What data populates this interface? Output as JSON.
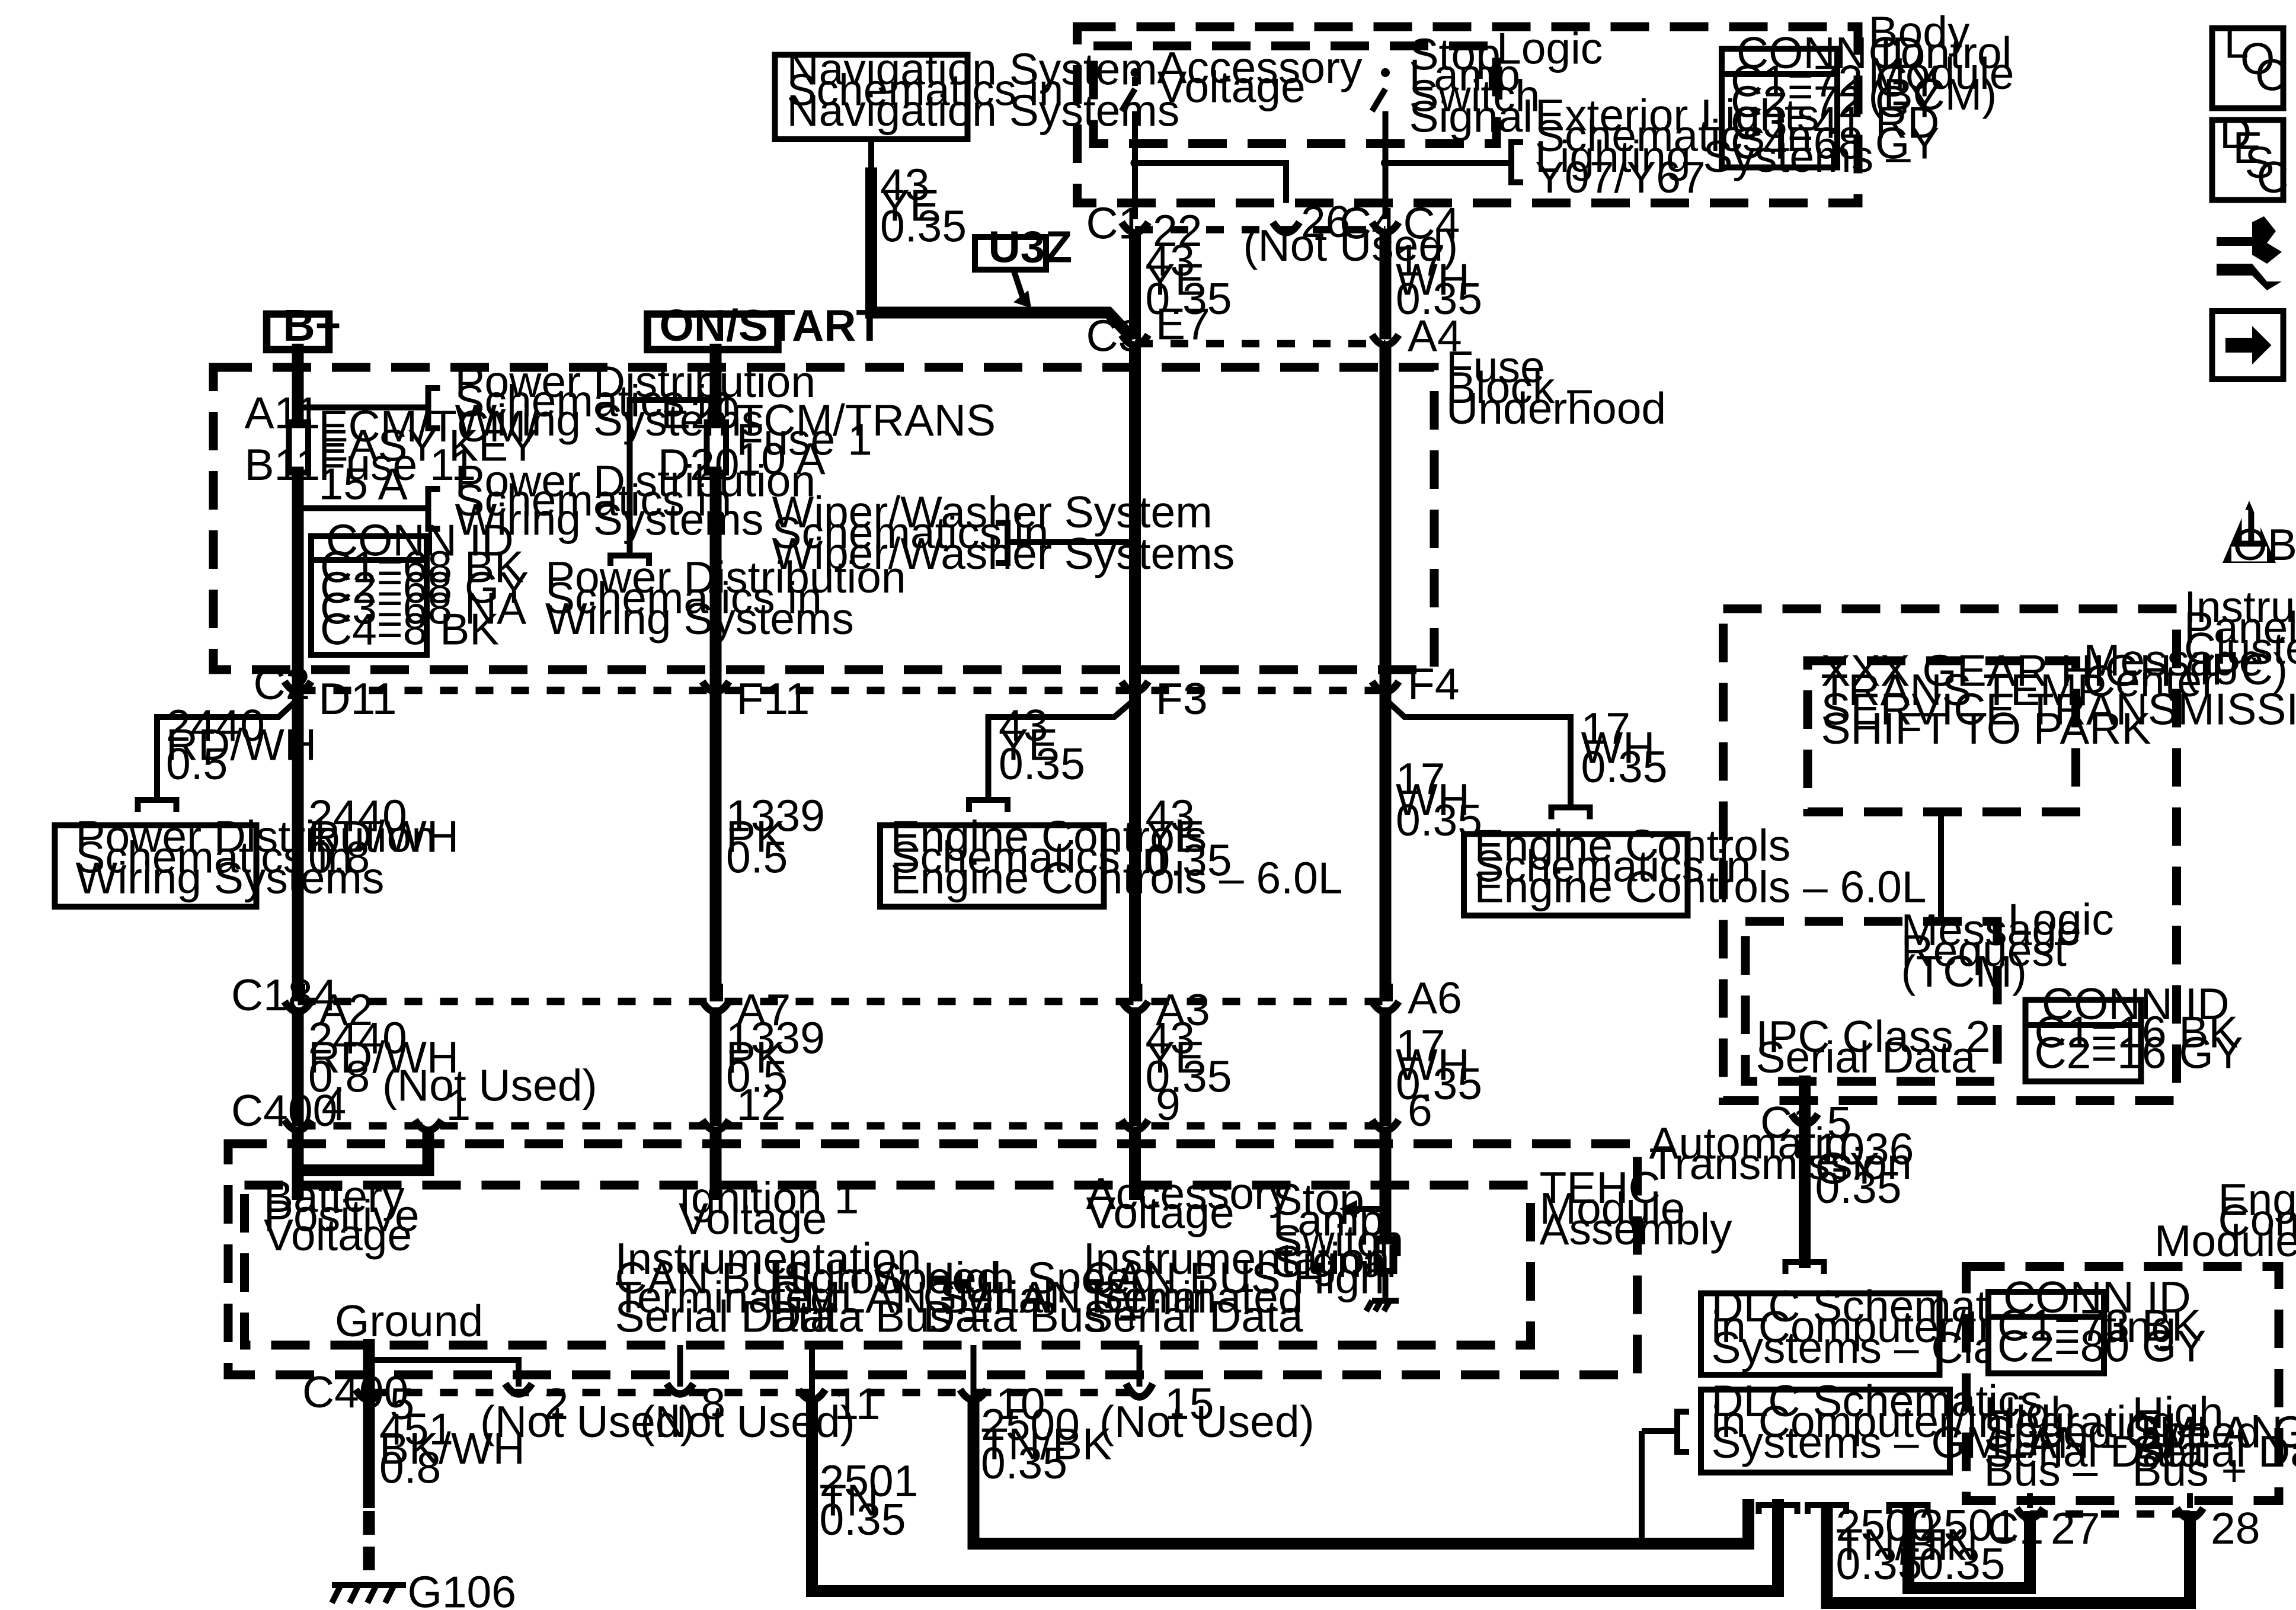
{
  "top": {
    "nav": [
      "Navigation System",
      "Schematics in",
      "Navigation Systems"
    ],
    "nav_wire": [
      "43",
      "YE",
      "0.35"
    ],
    "u3z": "U3Z",
    "bcm_title": [
      "Body",
      "Control",
      "Module",
      "(BCM)"
    ],
    "logic": "Logic",
    "acc_voltage": [
      "Accessory",
      "Voltage"
    ],
    "stop_lamp": [
      "Stop",
      "Lamp",
      "Switch",
      "Signal"
    ],
    "ext_lights": [
      "Exterior Lights",
      "Schematics in",
      "Lighting Systems –",
      "Y07/Y67"
    ],
    "bcm_conn": [
      "CONN ID",
      "C1=72 GY",
      "C2=72 GY",
      "C3=41 RD",
      "C4=68 GY"
    ],
    "c1": "C1",
    "pin22": "22",
    "pin26": "26",
    "not_used": "(Not Used)",
    "c4": "C4",
    "c4pin": "C4",
    "wire_ye": [
      "43",
      "YE",
      "0.35"
    ],
    "wire_wh": [
      "17",
      "WH",
      "0.35"
    ],
    "c3": "C3",
    "e7": "E7",
    "a4": "A4"
  },
  "fuse": {
    "b_plus": "B+",
    "on_start": "ON/START",
    "title": [
      "Fuse",
      "Block –",
      "Underhood"
    ],
    "a11": "A11",
    "b11": "B11",
    "e20": "E20",
    "d20": "D20",
    "fuse11": [
      "ECM/TCM/",
      "EASY KEY",
      "Fuse 11",
      "15 A"
    ],
    "fuse1": [
      "TCM/TRANS",
      "Fuse 1",
      "10 A"
    ],
    "pd1": [
      "Power Distribution",
      "Schematics in",
      "Wiring Systems"
    ],
    "pd2": [
      "Power Distribution",
      "Schematics in",
      "Wiring Systems"
    ],
    "pd3": [
      "Power Distribution",
      "Schematics in",
      "Wiring Systems"
    ],
    "wiper": [
      "Wiper/Washer System",
      "Schematics in",
      "Wiper/Washer Systems"
    ],
    "conn": [
      "CONN ID",
      "C1=68 BK",
      "C2=68 GY",
      "C3=68 NA",
      "C4=8 BK"
    ],
    "c2": "C2",
    "d11": "D11",
    "f11": "F11",
    "f3": "F3",
    "f4": "F4"
  },
  "mid": {
    "w2440a": [
      "2440",
      "RD/WH",
      "0.5"
    ],
    "pd4": [
      "Power Distribution",
      "Schematics in",
      "Wiring Systems"
    ],
    "w2440b": [
      "2440",
      "RD/WH",
      "0.8"
    ],
    "w1339": [
      "1339",
      "PK",
      "0.5"
    ],
    "w43a": [
      "43",
      "YE",
      "0.35"
    ],
    "ec1": [
      "Engine Controls",
      "Schematics in",
      "Engine Controls – 6.0L"
    ],
    "w43b": [
      "43",
      "YE",
      "0.35"
    ],
    "w17a": [
      "17",
      "WH",
      "0.35"
    ],
    "w17b": [
      "17",
      "WH",
      "0.35"
    ],
    "ec2": [
      "Engine Controls",
      "Schematics in",
      "Engine Controls – 6.0L"
    ],
    "c184": "C184",
    "a2": "A2",
    "a7": "A7",
    "a3": "A3",
    "a6": "A6",
    "w2440c": [
      "2440",
      "RD/WH",
      "0.8"
    ],
    "w1339b": [
      "1339",
      "PK",
      "0.5"
    ],
    "w43c": [
      "43",
      "YE",
      "0.35"
    ],
    "w17c": [
      "17",
      "WH",
      "0.35"
    ],
    "c400": "C400",
    "p4": "4",
    "p1": "1",
    "not_used": "(Not Used)",
    "p12": "12",
    "p9": "9",
    "p6": "6"
  },
  "trans": {
    "title": [
      "Automatic",
      "Transmission"
    ],
    "tehc": [
      "TEHC",
      "Module",
      "Assembly"
    ],
    "bat": [
      "Battery",
      "Positive",
      "Voltage"
    ],
    "ign": [
      "Ignition 1",
      "Voltage"
    ],
    "acc": [
      "Accessory",
      "Voltage"
    ],
    "stop": [
      "Stop",
      "Lamp",
      "Switch",
      "Signal"
    ],
    "can_low": [
      "Instrumentation",
      "CAN BUS Low",
      "Terminated",
      "Serial Data"
    ],
    "gm_minus": [
      "High Speed",
      "GMLAN Serial",
      "Data Bus –"
    ],
    "gm_plus": [
      "High Speed",
      "GMLAN Serial",
      "Data Bus +"
    ],
    "can_high": [
      "Instrumentation",
      "CAN BUS High",
      "Terminated",
      "Serial Data"
    ],
    "ground": "Ground"
  },
  "bottom": {
    "c400": "C400",
    "p5": "5",
    "p2": "2",
    "p8": "8",
    "p11": "11",
    "p10": "10",
    "p15": "15",
    "nu": "(Not Used)",
    "w451": [
      "451",
      "BK/WH",
      "0.8"
    ],
    "w2501": [
      "2501",
      "TN",
      "0.35"
    ],
    "w2500": [
      "2500",
      "TN/BK",
      "0.35"
    ],
    "g106": "G106"
  },
  "ipc": {
    "title": [
      "Instrument",
      "Panel",
      "Cluster",
      "(IPC)"
    ],
    "msg_center": [
      "Message",
      "Center"
    ],
    "messages": [
      "XXX GEAR HIGH",
      "TRANS TEMP",
      "SERVICE TRANSMISSION",
      "SHIFT TO PARK"
    ],
    "logic": "Logic",
    "msg_request": [
      "Message",
      "Request",
      "(TCM)"
    ],
    "class2": [
      "IPC Class 2",
      "Serial Data"
    ],
    "conn": [
      "CONN ID",
      "C1=16 BK",
      "C2=16 GY"
    ],
    "c1": "C1",
    "p5": "5",
    "w1036": [
      "1036",
      "GY",
      "0.35"
    ],
    "dlc1": [
      "DLC Schematics",
      "in Computer/Integrating",
      "Systems – Class 2"
    ],
    "dlc2": [
      "DLC Schematics",
      "in Computer/Integrating",
      "Systems – GMLAN – A/T"
    ],
    "w2500": [
      "2500",
      "TN/BK",
      "0.35"
    ],
    "w2501": [
      "2501",
      "TN",
      "0.35"
    ]
  },
  "ecm": {
    "title": [
      "Engine",
      "Control",
      "Module (ECM)"
    ],
    "conn": [
      "CONN ID",
      "C1=73 BK",
      "C2=80 GY"
    ],
    "bus_minus": [
      "High",
      "Speed GMLAN",
      "Serial Data",
      "Bus –"
    ],
    "bus_plus": [
      "High",
      "Speed GMLAN",
      "Serial Data",
      "Bus +"
    ],
    "c1": "C1",
    "p27": "27",
    "p28": "28"
  },
  "icons": {
    "loc": [
      "L",
      "O",
      "C"
    ],
    "desc": [
      "D",
      "E",
      "S",
      "C"
    ],
    "obd": [
      "II",
      "OBD II"
    ],
    "names": [
      "loc-icon",
      "desc-icon",
      "connector-wrench-icon",
      "arrow-right-icon",
      "obd-ii-icon"
    ]
  }
}
